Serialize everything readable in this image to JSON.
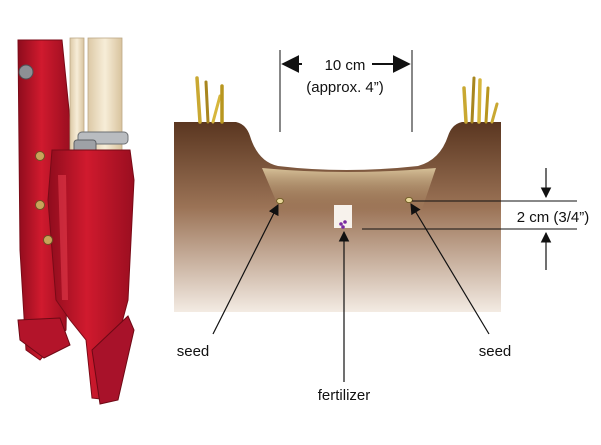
{
  "labels": {
    "width_main": "10 cm",
    "width_approx": "(approx. 4”)",
    "depth": "2 cm (3/4”)",
    "seed_left": "seed",
    "seed_right": "seed",
    "fertilizer": "fertilizer"
  },
  "colors": {
    "tool_red": "#c8102e",
    "soil_top": "#5e3a23",
    "soil_bottom": "#f2e8df",
    "handle": "#f3e6cc"
  }
}
